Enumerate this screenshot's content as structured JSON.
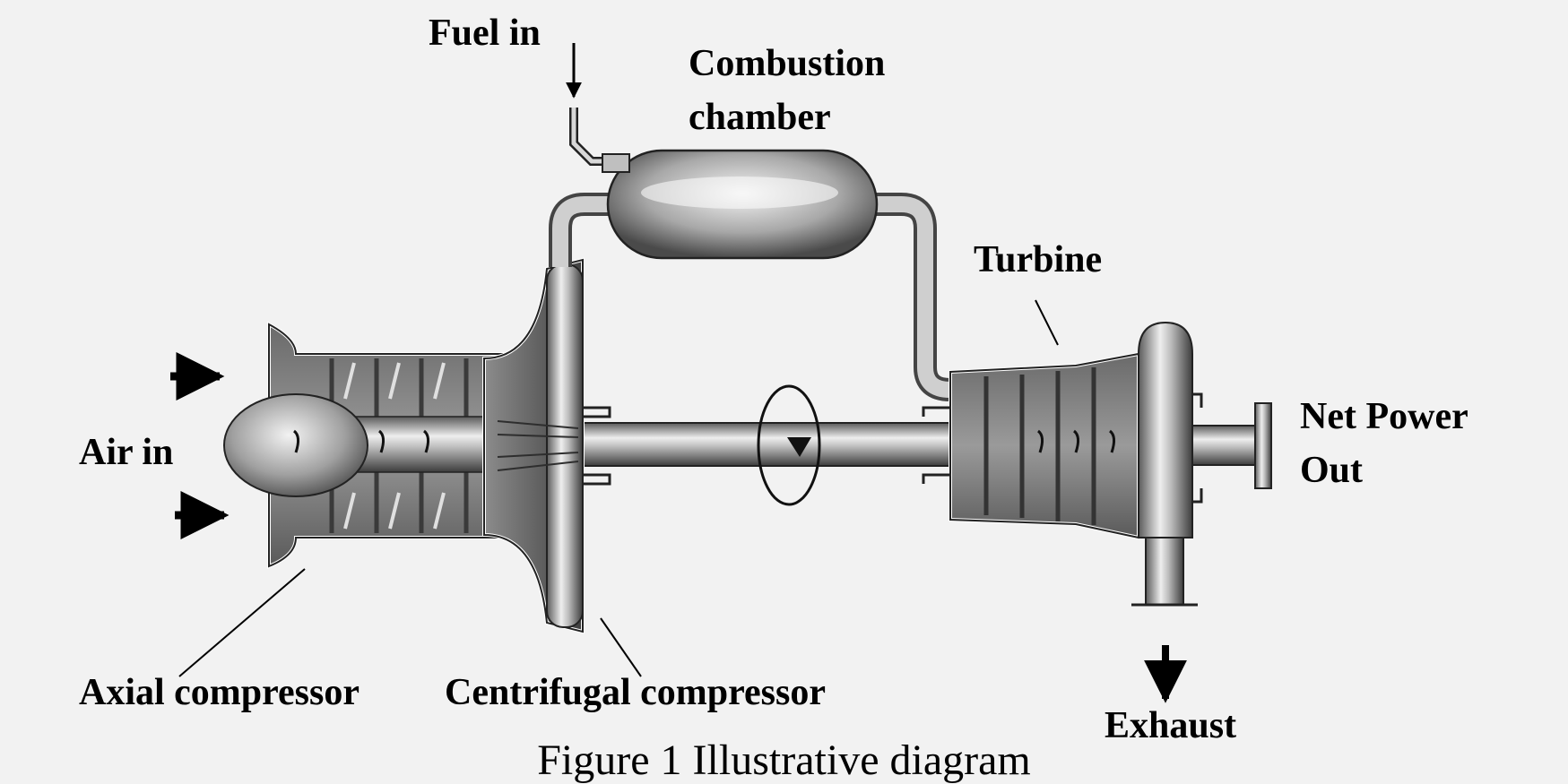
{
  "labels": {
    "fuel_in": "Fuel in",
    "combustion_chamber": [
      "Combustion",
      "chamber"
    ],
    "turbine": "Turbine",
    "air_in": "Air in",
    "net_power_out": [
      "Net Power",
      "Out"
    ],
    "axial_compressor": "Axial compressor",
    "centrifugal_compressor": "Centrifugal compressor",
    "exhaust": "Exhaust"
  },
  "caption": "Figure 1 Illustrative diagram",
  "colors": {
    "background": "#f2f2f2",
    "metal_dark": "#4a4a4a",
    "metal_mid": "#8a8a8a",
    "metal_light": "#e6e6e6",
    "ink": "#000000"
  }
}
